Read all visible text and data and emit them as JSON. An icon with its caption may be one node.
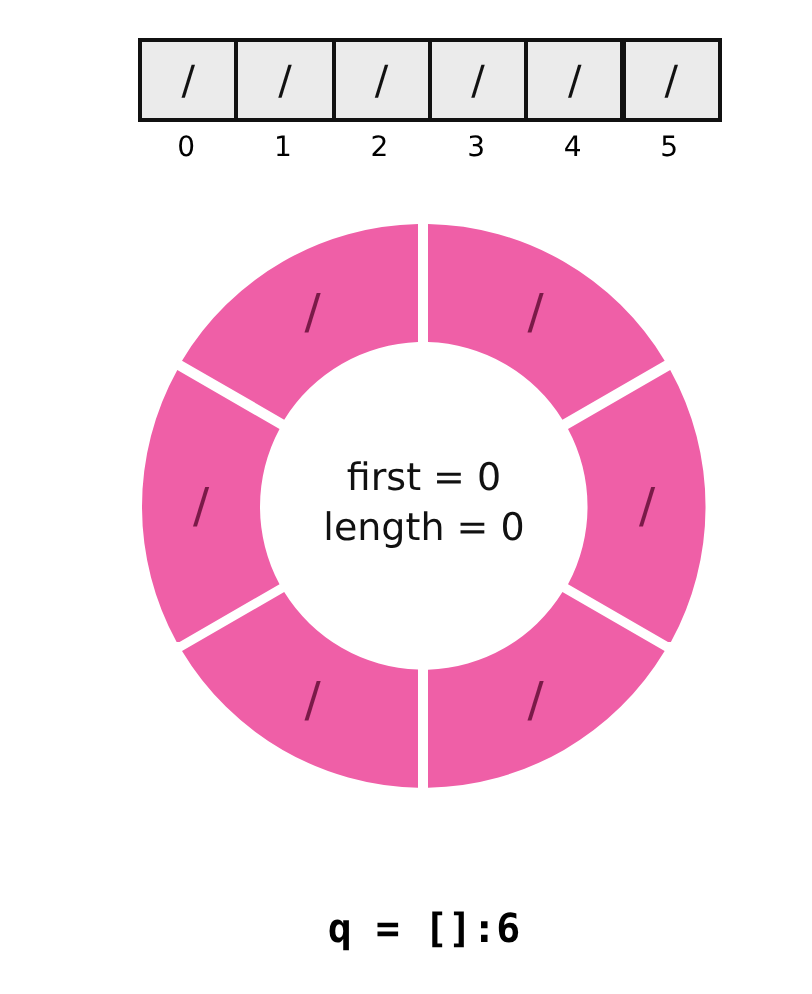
{
  "diagram": {
    "caption": "q = []:6",
    "nodes": [
      {
        "text": [
          "/"
        ]
      },
      {
        "text": [
          "/"
        ]
      },
      {
        "text": [
          "/"
        ]
      },
      {
        "text": [
          "/"
        ]
      },
      {
        "text": [
          "/"
        ]
      },
      {
        "text": [
          "/"
        ]
      },
      {
        "text": [
          "/"
        ]
      },
      {
        "text": [
          "/"
        ]
      },
      {
        "text": [
          "/"
        ]
      },
      {
        "text": [
          "/"
        ]
      },
      {
        "text": [
          "/"
        ]
      },
      {
        "text": [
          "/"
        ]
      }
    ],
    "labels": [
      "0",
      "1",
      "2",
      "3",
      "4",
      "5",
      "first = 0",
      "length = 0"
    ]
  }
}
